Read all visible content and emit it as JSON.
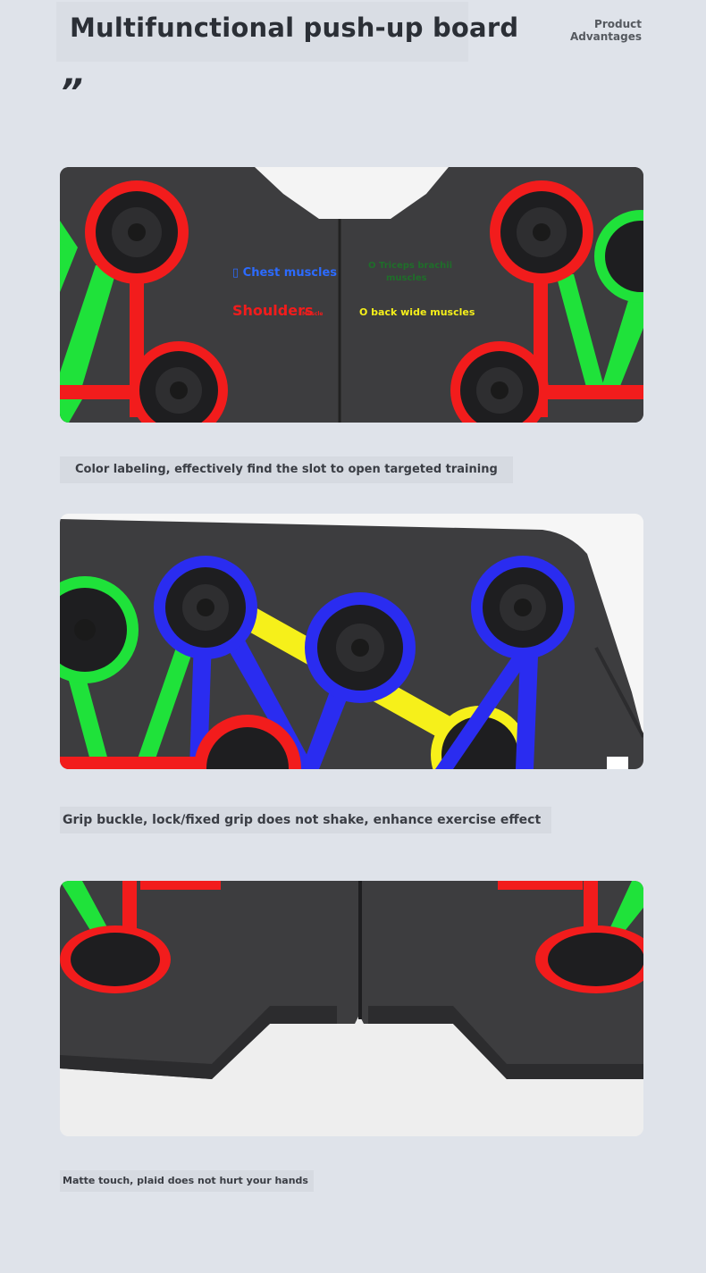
{
  "header": {
    "title": "Multifunctional push-up board",
    "advantages_line1": "Product",
    "advantages_line2": "Advantages",
    "quote_mark": "”"
  },
  "panel1": {
    "labels": {
      "chest": "▯ Chest muscles",
      "shoulders": "Shoulders",
      "shoulders_small": "Muscle",
      "triceps": "O Triceps brachii",
      "triceps_line2": "muscles",
      "back": "O back wide muscles"
    }
  },
  "captions": {
    "caption1": "Color labeling, effectively find the slot to open targeted training",
    "caption2": "Grip buckle, lock/fixed grip does not shake, enhance exercise effect",
    "caption3": "Matte touch, plaid does not hurt your hands"
  },
  "colors": {
    "page_bg": "#dfe3ea",
    "board": "#3b3b3d",
    "red": "#f21c1c",
    "green": "#1fe23a",
    "blue": "#2a2cf0",
    "yellow": "#f6f01a"
  }
}
